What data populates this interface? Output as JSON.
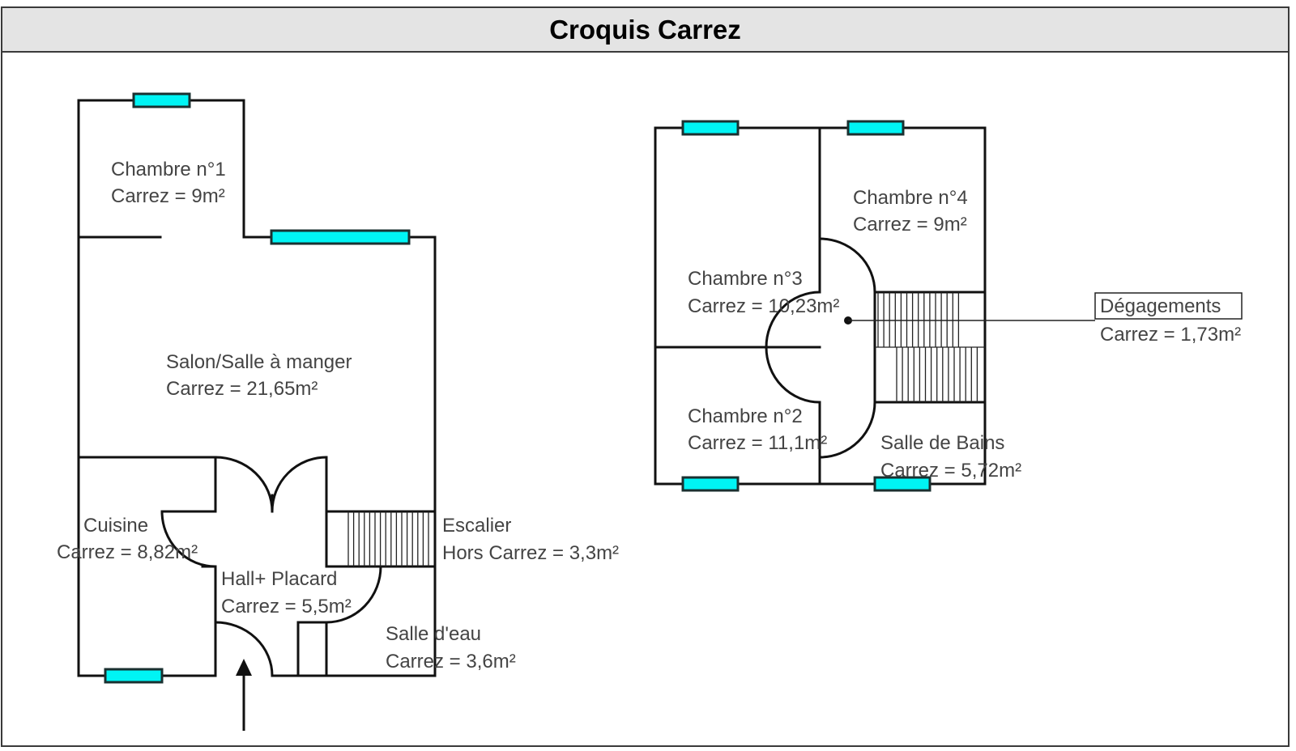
{
  "header": {
    "title": "Croquis Carrez"
  },
  "colors": {
    "window": "#00f4f4",
    "wall": "#111111",
    "header_bg": "#e4e4e4",
    "label": "#444444"
  },
  "ground_floor": {
    "rooms": [
      {
        "id": "chambre1",
        "name": "Chambre n°1",
        "area": "Carrez = 9m²"
      },
      {
        "id": "salon",
        "name": "Salon/Salle à manger",
        "area": "Carrez = 21,65m²"
      },
      {
        "id": "cuisine",
        "name": "Cuisine",
        "area": "Carrez = 8,82m²"
      },
      {
        "id": "hall",
        "name": "Hall+ Placard",
        "area": "Carrez = 5,5m²"
      },
      {
        "id": "escalier",
        "name": "Escalier",
        "area": "Hors Carrez = 3,3m²"
      },
      {
        "id": "salle_eau",
        "name": "Salle d'eau",
        "area": "Carrez = 3,6m²"
      }
    ],
    "entrance_icon": "arrow-up-icon"
  },
  "upper_floor": {
    "rooms": [
      {
        "id": "chambre4",
        "name": "Chambre n°4",
        "area": "Carrez = 9m²"
      },
      {
        "id": "chambre3",
        "name": "Chambre n°3",
        "area": "Carrez = 10,23m²"
      },
      {
        "id": "chambre2",
        "name": "Chambre n°2",
        "area": "Carrez = 11,1m²"
      },
      {
        "id": "salle_bains",
        "name": "Salle de Bains",
        "area": "Carrez = 5,72m²"
      },
      {
        "id": "degagements",
        "name": "Dégagements",
        "area": "Carrez = 1,73m²"
      }
    ]
  }
}
